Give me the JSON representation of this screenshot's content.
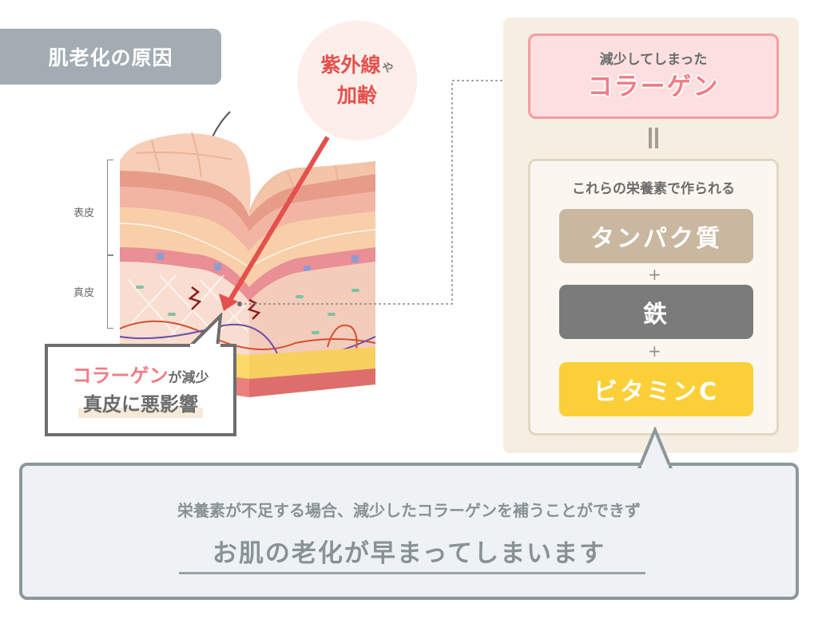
{
  "title": "肌老化の原因",
  "cause": {
    "line1_main": "紫外線",
    "line1_suffix": "や",
    "line2": "加齢"
  },
  "skin_diagram": {
    "layers": [
      "表皮",
      "真皮"
    ]
  },
  "callout": {
    "highlight": "コラーゲン",
    "line1_rest": "が減少",
    "line2": "真皮に悪影響"
  },
  "panel": {
    "collagen_sub": "減少してしまった",
    "collagen_main": "コラーゲン",
    "equals_symbol": "＝",
    "nutrients_title": "これらの栄養素で作られる",
    "nutrients": [
      {
        "label": "タンパク質",
        "color": "#c9b7a0"
      },
      {
        "label": "鉄",
        "color": "#7b7b7b"
      },
      {
        "label": "ビタミンC",
        "color": "#fbcf37"
      }
    ],
    "plus_symbol": "+"
  },
  "summary": {
    "line1": "栄養素が不足する場合、減少したコラーゲンを補うことができず",
    "line2": "お肌の老化が早まってしまいます"
  },
  "colors": {
    "accent_red": "#e4504c",
    "collagen_pink": "#f07c86",
    "panel_bg": "#f6eee0",
    "summary_border": "#8d989c"
  }
}
